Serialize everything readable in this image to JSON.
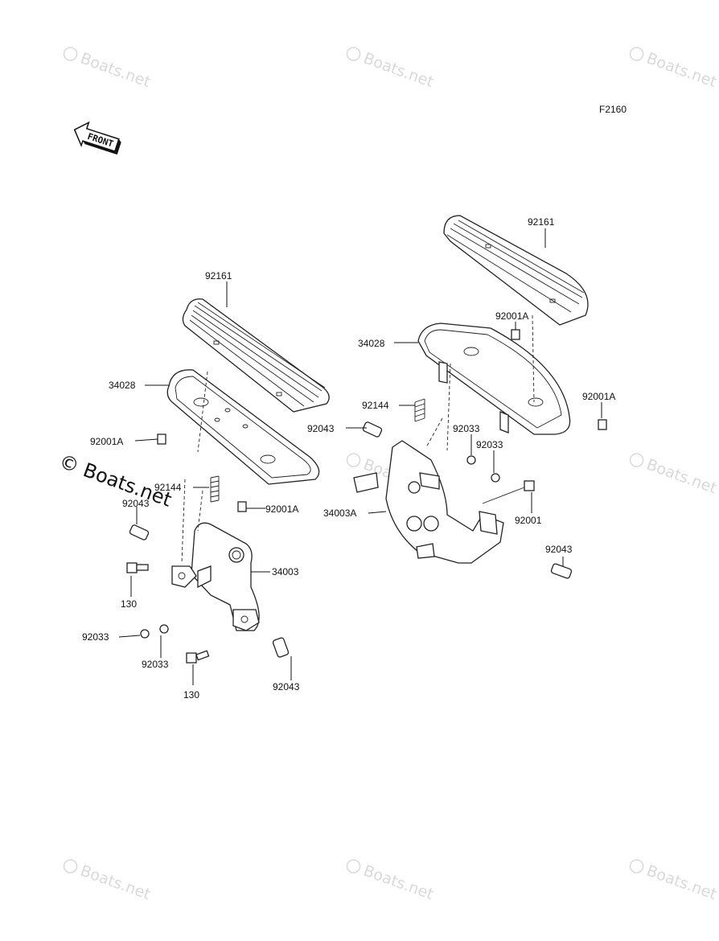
{
  "diagram": {
    "code": "F2160",
    "front_label": "FRONT",
    "watermark_text": "Boats.net",
    "watermark_prominent": "© Boats.net",
    "labels": [
      {
        "id": "l-92161-left",
        "text": "92161"
      },
      {
        "id": "l-34028-left",
        "text": "34028"
      },
      {
        "id": "l-92001A-left-a",
        "text": "92001A"
      },
      {
        "id": "l-92144-left",
        "text": "92144"
      },
      {
        "id": "l-92043-left-top",
        "text": "92043"
      },
      {
        "id": "l-92001A-left-b",
        "text": "92001A"
      },
      {
        "id": "l-34003",
        "text": "34003"
      },
      {
        "id": "l-130-a",
        "text": "130"
      },
      {
        "id": "l-92033-left-a",
        "text": "92033"
      },
      {
        "id": "l-92033-left-b",
        "text": "92033"
      },
      {
        "id": "l-130-b",
        "text": "130"
      },
      {
        "id": "l-92043-left-bottom",
        "text": "92043"
      },
      {
        "id": "l-92161-right",
        "text": "92161"
      },
      {
        "id": "l-92001A-right-a",
        "text": "92001A"
      },
      {
        "id": "l-34028-right",
        "text": "34028"
      },
      {
        "id": "l-92001A-right-b",
        "text": "92001A"
      },
      {
        "id": "l-92144-right",
        "text": "92144"
      },
      {
        "id": "l-92043-right-top",
        "text": "92043"
      },
      {
        "id": "l-92033-right-a",
        "text": "92033"
      },
      {
        "id": "l-92033-right-b",
        "text": "92033"
      },
      {
        "id": "l-34003A",
        "text": "34003A"
      },
      {
        "id": "l-92001",
        "text": "92001"
      },
      {
        "id": "l-92043-right-bottom",
        "text": "92043"
      }
    ]
  }
}
